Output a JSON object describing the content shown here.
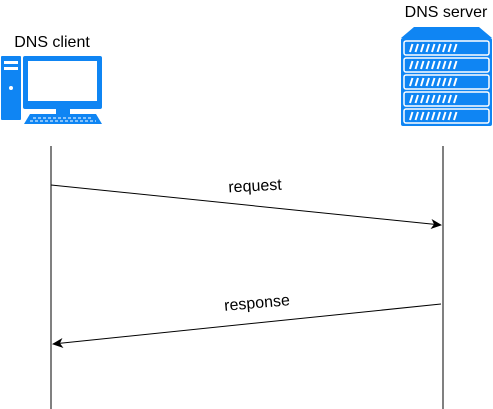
{
  "participants": {
    "client": {
      "label": "DNS client",
      "icon": "desktop-computer-icon"
    },
    "server": {
      "label": "DNS server",
      "icon": "server-rack-icon"
    }
  },
  "messages": [
    {
      "label": "request",
      "from": "client",
      "to": "server"
    },
    {
      "label": "response",
      "from": "server",
      "to": "client"
    }
  ],
  "colors": {
    "icon": "#0f85f3",
    "icon_stripe": "#ffffff",
    "lines": "#000000"
  }
}
